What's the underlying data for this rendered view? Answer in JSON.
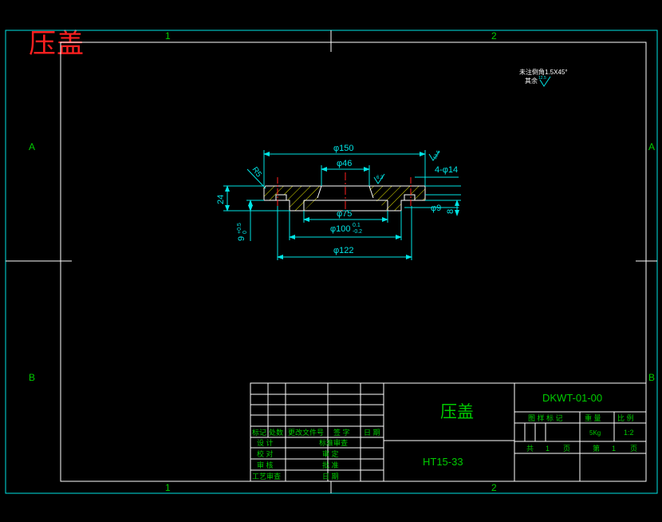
{
  "sheet": {
    "title": "压盖",
    "zones_top": [
      "1",
      "2"
    ],
    "zones_bottom": [
      "1",
      "2"
    ],
    "zones_left": [
      "A",
      "B"
    ],
    "zones_right": [
      "A",
      "B"
    ]
  },
  "notes": {
    "line1": "未注倒角1.5X45°",
    "line2": "其余",
    "roughness_value": "12.5"
  },
  "dimensions": {
    "d150": "φ150",
    "d46": "φ46",
    "d75": "φ75",
    "d100": "φ100",
    "d100_tol_upper": "0.1",
    "d100_tol_lower": "-0.2",
    "d122": "φ122",
    "holes": "4-φ14",
    "d9": "φ9",
    "h24": "24",
    "h8": "8",
    "h9": "9",
    "h9_tol_upper": "+0.5",
    "h9_tol_lower": "0",
    "r5": "R5",
    "surf_a": "12.5",
    "surf_b": "6.3"
  },
  "title_block": {
    "part_name": "压盖",
    "material": "HT15-33",
    "drawing_no": "DKWT-01-00",
    "col_headers": [
      "标记",
      "处数",
      "更改文件号",
      "签 字",
      "日 期"
    ],
    "rows_left": [
      "设 计",
      "校 对",
      "审 核",
      "工艺审查"
    ],
    "rows_mid": [
      "标准审查",
      "审 定",
      "批 准",
      "日 期"
    ],
    "info_headers": [
      "图 样 标 记",
      "重 量",
      "比 例"
    ],
    "weight": "5Kg",
    "scale": "1:2",
    "sheets_total_label": "共",
    "sheets_total": "1",
    "sheets_unit": "页",
    "sheet_no_label": "第",
    "sheet_no": "1",
    "sheet_no_unit": "页"
  },
  "colors": {
    "frame": "#00e5e5",
    "outline": "#ffffff",
    "dimension": "#00e5e5",
    "zone_label": "#00cc00",
    "hatch": "#e8e800",
    "centerline": "#ff2020",
    "title": "#ff2020"
  }
}
